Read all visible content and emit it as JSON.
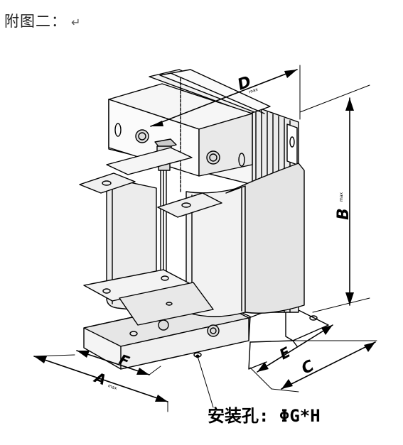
{
  "caption": "附图二：",
  "caption_mark": "↵",
  "labels": {
    "D": "D",
    "D_sub": "max",
    "B": "B",
    "B_sub": "max",
    "C": "C",
    "E": "E",
    "F": "F",
    "A": "A",
    "A_sub": "max",
    "hole": "安装孔: ΦG*H"
  }
}
